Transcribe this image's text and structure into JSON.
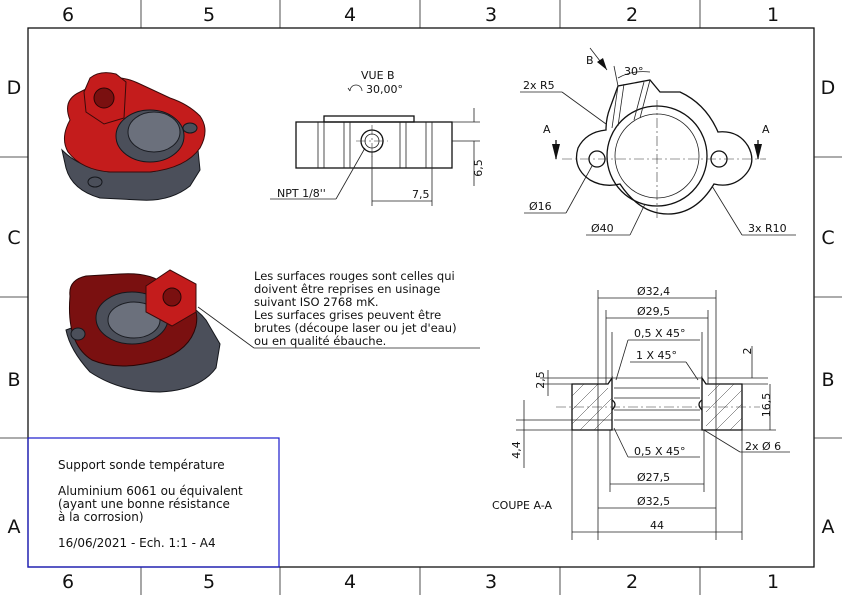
{
  "sheet": {
    "zone_columns": [
      "6",
      "5",
      "4",
      "3",
      "2",
      "1"
    ],
    "zone_rows": [
      "D",
      "C",
      "B",
      "A"
    ]
  },
  "view_b": {
    "title": "VUE B",
    "rotation": "30,00°",
    "thread_label": "NPT 1/8''",
    "dim_offset": "7,5",
    "dim_height": "6,5"
  },
  "top_view": {
    "label_b": "B",
    "label_angle": "30°",
    "label_r5": "2x R5",
    "section_a_left": "A",
    "section_a_right": "A",
    "dim_hole": "Ø16",
    "dim_bore": "Ø40",
    "dim_r10": "3x R10"
  },
  "note": {
    "line1": "Les surfaces rouges sont celles qui",
    "line2": "doivent être reprises en usinage",
    "line3": "suivant  ISO 2768 mK.",
    "line4": "Les surfaces grises peuvent être",
    "line5": "brutes (découpe laser ou jet d'eau)",
    "line6": "ou en qualité ébauche."
  },
  "section": {
    "title": "COUPE A-A",
    "d32_4": "Ø32,4",
    "d29_5": "Ø29,5",
    "chamfer_top": "0,5 X 45°",
    "chamfer_1x45": "1 X 45°",
    "dim_2": "2",
    "dim_2_5": "2,5",
    "dim_16_5": "16,5",
    "dim_4_4": "4,4",
    "chamfer_bottom": "0,5 X 45°",
    "holes": "2x Ø 6",
    "d27_5": "Ø27,5",
    "d32_5": "Ø32,5",
    "width": "44"
  },
  "title_block": {
    "title": "Support sonde température",
    "material_1": "Aluminium 6061 ou équivalent",
    "material_2": "(ayant une bonne résistance",
    "material_3": "à la corrosion)",
    "footer": "16/06/2021  -  Ech. 1:1  -  A4"
  },
  "colors": {
    "machined": "#c41c1c",
    "raw": "#4b4f5a",
    "title_block_border": "#1a1acc"
  }
}
